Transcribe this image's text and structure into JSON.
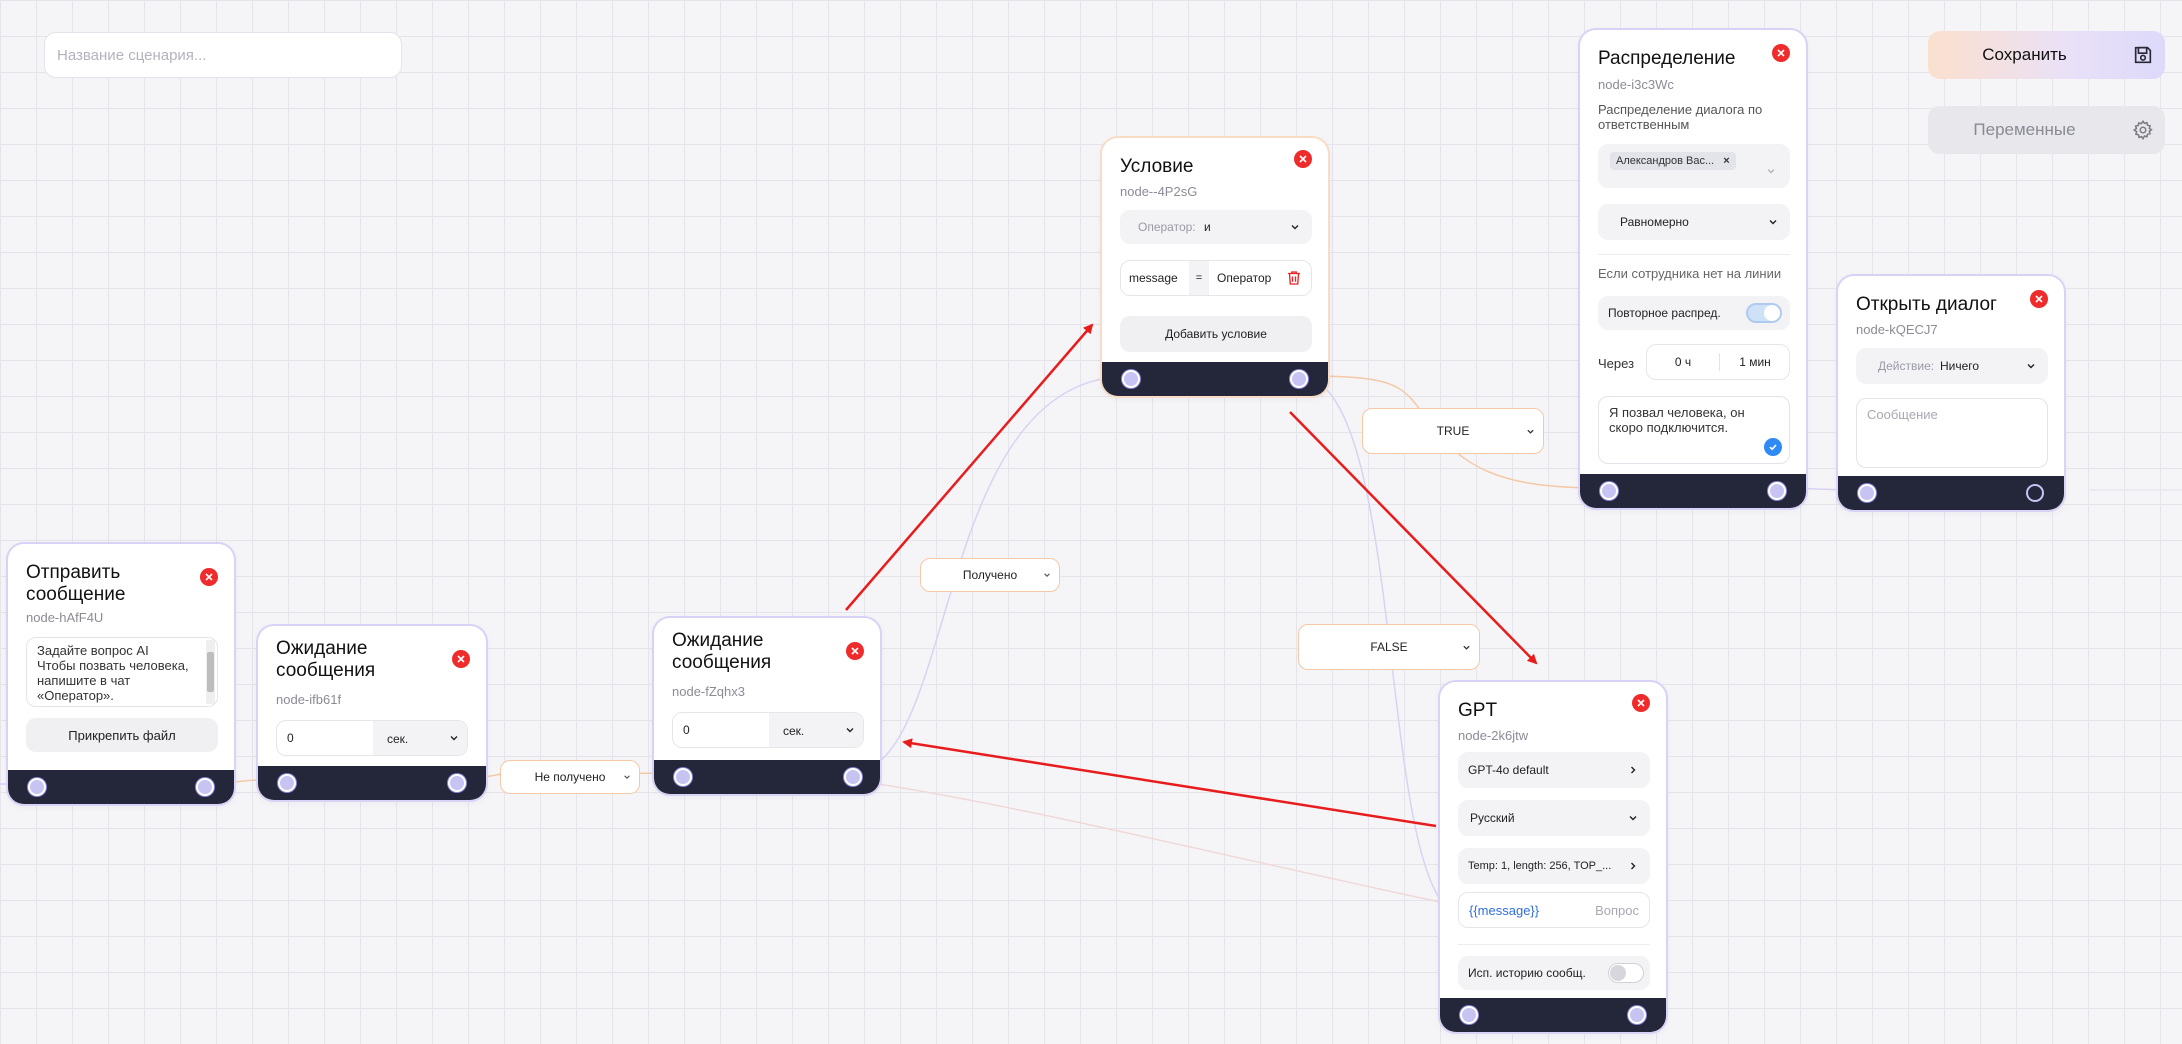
{
  "scenario": {
    "name_placeholder": "Название сценария..."
  },
  "toolbar": {
    "save_label": "Сохранить",
    "variables_label": "Переменные",
    "save_icon": "save-icon",
    "settings_icon": "gear-icon"
  },
  "nodes": {
    "send": {
      "title": "Отправить сообщение",
      "id": "node-hAfF4U",
      "message": "Задайте вопрос AI\nЧтобы позвать человека, напишите в чат «Оператор».",
      "attach_label": "Прикрепить файл"
    },
    "wait1": {
      "title": "Ожидание сообщения",
      "id": "node-ifb61f",
      "value": "0",
      "unit": "сек."
    },
    "wait2": {
      "title": "Ожидание сообщения",
      "id": "node-fZqhx3",
      "value": "0",
      "unit": "сек."
    },
    "condition": {
      "title": "Условие",
      "id": "node--4P2sG",
      "operator_label": "Оператор:",
      "operator_value": "и",
      "rule_field": "message",
      "rule_op": "=",
      "rule_value": "Оператор",
      "add_label": "Добавить условие"
    },
    "distribution": {
      "title": "Распределение",
      "id": "node-i3c3Wc",
      "description": "Распределение диалога по ответственным",
      "assignee": "Александров Вас...",
      "mode": "Равномерно",
      "no_employee_label": "Если сотрудника нет на линии",
      "redistribute_label": "Повторное распред.",
      "redistribute_on": true,
      "after_label": "Через",
      "hours": "0 ч",
      "minutes": "1 мин",
      "message": "Я позвал человека, он скоро подключится."
    },
    "open_dialog": {
      "title": "Открыть диалог",
      "id": "node-kQECJ7",
      "action_label": "Действие:",
      "action_value": "Ничего",
      "message_placeholder": "Сообщение"
    },
    "gpt": {
      "title": "GPT",
      "id": "node-2k6jtw",
      "model": "GPT-4o default",
      "language": "Русский",
      "params": "Temp: 1, length: 256, TOP_...",
      "prompt_var": "{{message}}",
      "prompt_placeholder": "Вопрос",
      "history_label": "Исп. историю сообщ.",
      "history_on": false
    }
  },
  "edge_labels": {
    "received": "Получено",
    "not_received": "Не получено",
    "true": "TRUE",
    "false": "FALSE"
  },
  "colors": {
    "accent": "#8a85d8",
    "close": "#ef2b2b",
    "footer": "#24273a",
    "arrow": "#e81c1c",
    "check": "#2f8af5"
  }
}
